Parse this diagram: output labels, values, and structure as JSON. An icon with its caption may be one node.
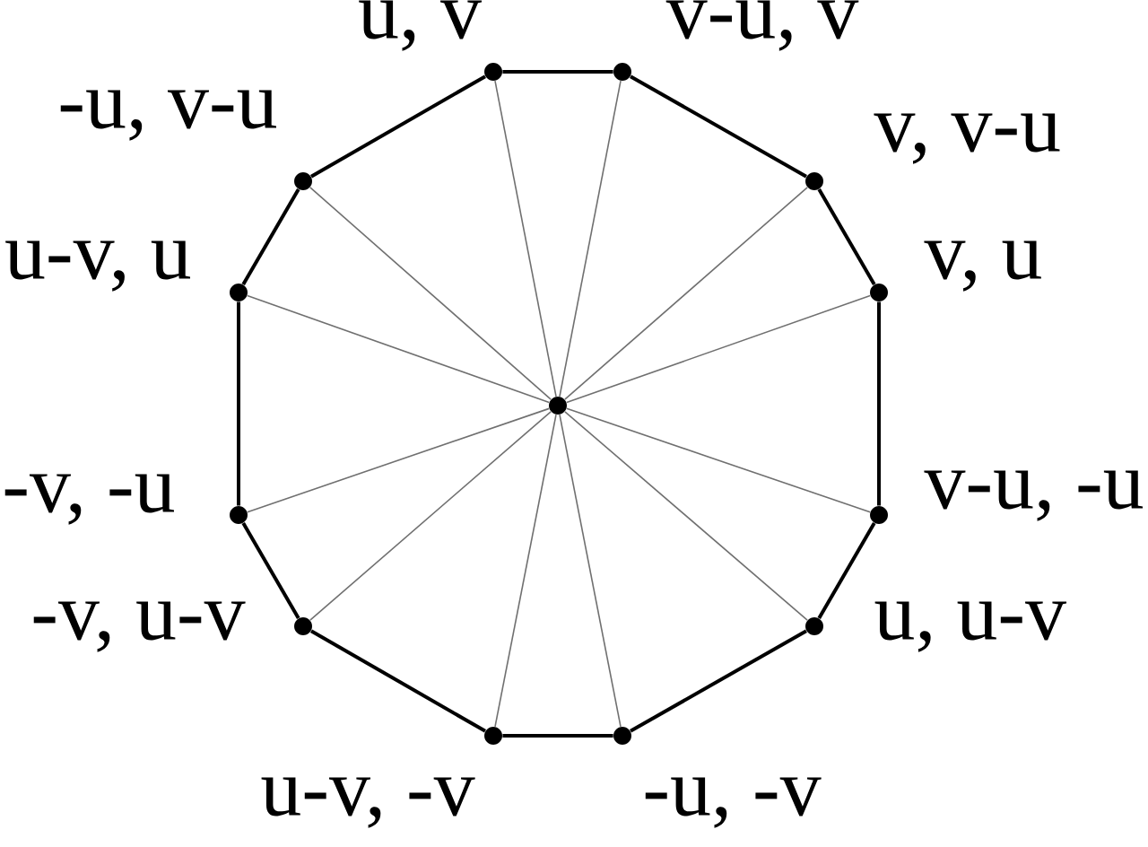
{
  "diagram": {
    "nodes": [
      {
        "text": [],
        "shape": "circle",
        "beside": [
          "u, v"
        ]
      },
      {
        "text": [],
        "shape": "circle",
        "beside": [
          "v-u, v"
        ]
      },
      {
        "text": [],
        "shape": "circle",
        "beside": [
          "v, v-u"
        ]
      },
      {
        "text": [],
        "shape": "circle",
        "beside": [
          "v, u"
        ]
      },
      {
        "text": [],
        "shape": "circle",
        "beside": [
          "v-u, -u"
        ]
      },
      {
        "text": [],
        "shape": "circle",
        "beside": [
          "u, u-v"
        ]
      },
      {
        "text": [],
        "shape": "circle",
        "beside": [
          "-u, -v"
        ]
      },
      {
        "text": [],
        "shape": "circle",
        "beside": [
          "u-v, -v"
        ]
      },
      {
        "text": [],
        "shape": "circle",
        "beside": [
          "-v, u-v"
        ]
      },
      {
        "text": [],
        "shape": "circle",
        "beside": [
          "-v, -u"
        ]
      },
      {
        "text": [],
        "shape": "circle",
        "beside": [
          "u-v, u"
        ]
      },
      {
        "text": [],
        "shape": "circle",
        "beside": [
          "-u, v-u"
        ]
      },
      {
        "text": [],
        "shape": "circle"
      }
    ],
    "edges": [
      {
        "from": 0,
        "to": 1,
        "arrow": "none"
      },
      {
        "from": 1,
        "to": 2,
        "arrow": "none"
      },
      {
        "from": 2,
        "to": 3,
        "arrow": "none"
      },
      {
        "from": 3,
        "to": 4,
        "arrow": "none"
      },
      {
        "from": 4,
        "to": 5,
        "arrow": "none"
      },
      {
        "from": 5,
        "to": 6,
        "arrow": "none"
      },
      {
        "from": 6,
        "to": 7,
        "arrow": "none"
      },
      {
        "from": 7,
        "to": 8,
        "arrow": "none"
      },
      {
        "from": 8,
        "to": 9,
        "arrow": "none"
      },
      {
        "from": 9,
        "to": 10,
        "arrow": "none"
      },
      {
        "from": 10,
        "to": 11,
        "arrow": "none"
      },
      {
        "from": 11,
        "to": 0,
        "arrow": "none"
      },
      {
        "from": 12,
        "to": 0,
        "arrow": "none",
        "color": "#707070"
      },
      {
        "from": 12,
        "to": 1,
        "arrow": "none",
        "color": "#707070"
      },
      {
        "from": 12,
        "to": 2,
        "arrow": "none",
        "color": "#707070"
      },
      {
        "from": 12,
        "to": 3,
        "arrow": "none",
        "color": "#707070"
      },
      {
        "from": 12,
        "to": 4,
        "arrow": "none",
        "color": "#707070"
      },
      {
        "from": 12,
        "to": 5,
        "arrow": "none",
        "color": "#707070"
      },
      {
        "from": 12,
        "to": 6,
        "arrow": "none",
        "color": "#707070"
      },
      {
        "from": 12,
        "to": 7,
        "arrow": "none",
        "color": "#707070"
      },
      {
        "from": 12,
        "to": 8,
        "arrow": "none",
        "color": "#707070"
      },
      {
        "from": 12,
        "to": 9,
        "arrow": "none",
        "color": "#707070"
      },
      {
        "from": 12,
        "to": 10,
        "arrow": "none",
        "color": "#707070"
      },
      {
        "from": 12,
        "to": 11,
        "arrow": "none",
        "color": "#707070"
      }
    ]
  }
}
